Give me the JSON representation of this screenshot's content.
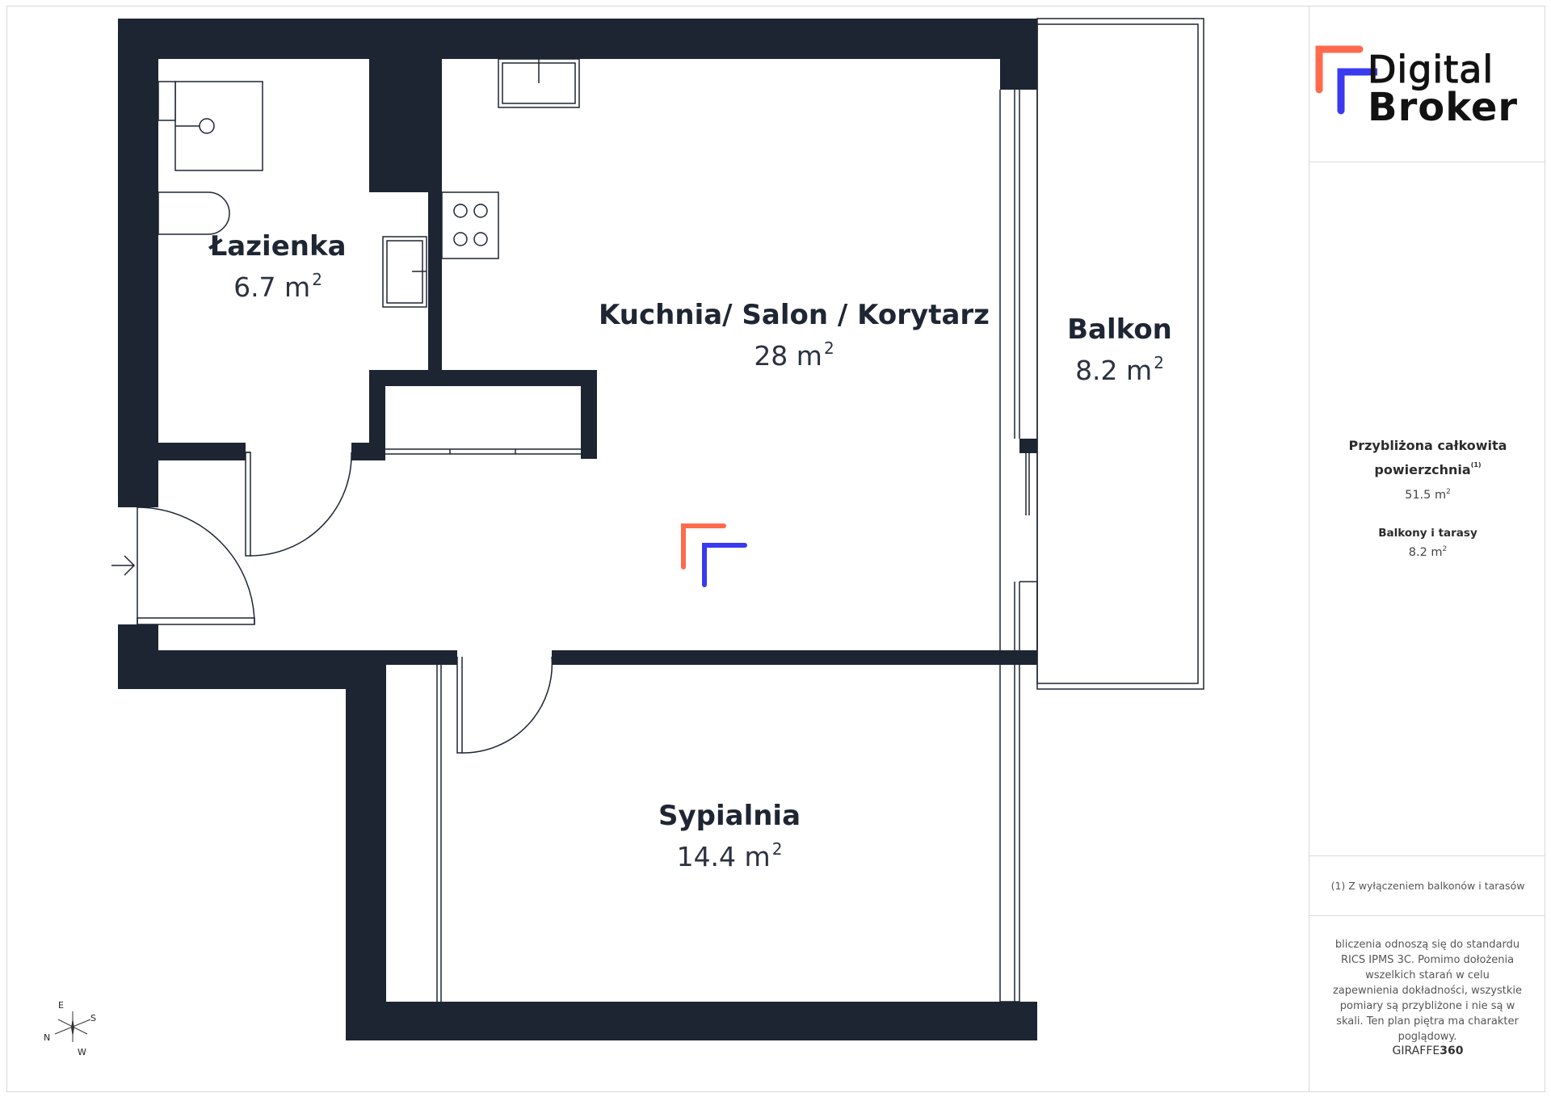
{
  "rooms": {
    "lazienka": {
      "name": "Łazienka",
      "area": "6.7 m",
      "sup": "2"
    },
    "kuchnia": {
      "name": "Kuchnia/ Salon / Korytarz",
      "area": "28 m",
      "sup": "2"
    },
    "balkon": {
      "name": "Balkon",
      "area": "8.2 m",
      "sup": "2"
    },
    "sypialnia": {
      "name": "Sypialnia",
      "area": "14.4 m",
      "sup": "2"
    }
  },
  "brand": {
    "line1": "Digital",
    "line2": "Broker",
    "accent_orange": "#ff6a4d",
    "accent_blue": "#3a3af0"
  },
  "summary": {
    "total_label_line1": "Przybliżona całkowita",
    "total_label_line2": "powierzchnia",
    "total_note_marker": "(1)",
    "total_value": "51.5 m",
    "total_value_sup": "2",
    "balcony_label": "Balkony i tarasy",
    "balcony_value": "8.2 m",
    "balcony_value_sup": "2"
  },
  "footnote": "(1) Z wyłączeniem balkonów i tarasów",
  "disclaimer": "bliczenia odnoszą się do standardu RICS IPMS 3C. Pomimo dołożenia wszelkich starań w celu zapewnienia dokładności, wszystkie pomiary są przybliżone i nie są w skali. Ten plan piętra ma charakter poglądowy.",
  "credit": {
    "prefix": "GIRAFFE",
    "suffix": "360"
  },
  "compass": {
    "n": "N",
    "e": "E",
    "s": "S",
    "w": "W"
  },
  "colors": {
    "wall": "#1d2533",
    "line": "#1d2533",
    "text": "#1f2633"
  }
}
